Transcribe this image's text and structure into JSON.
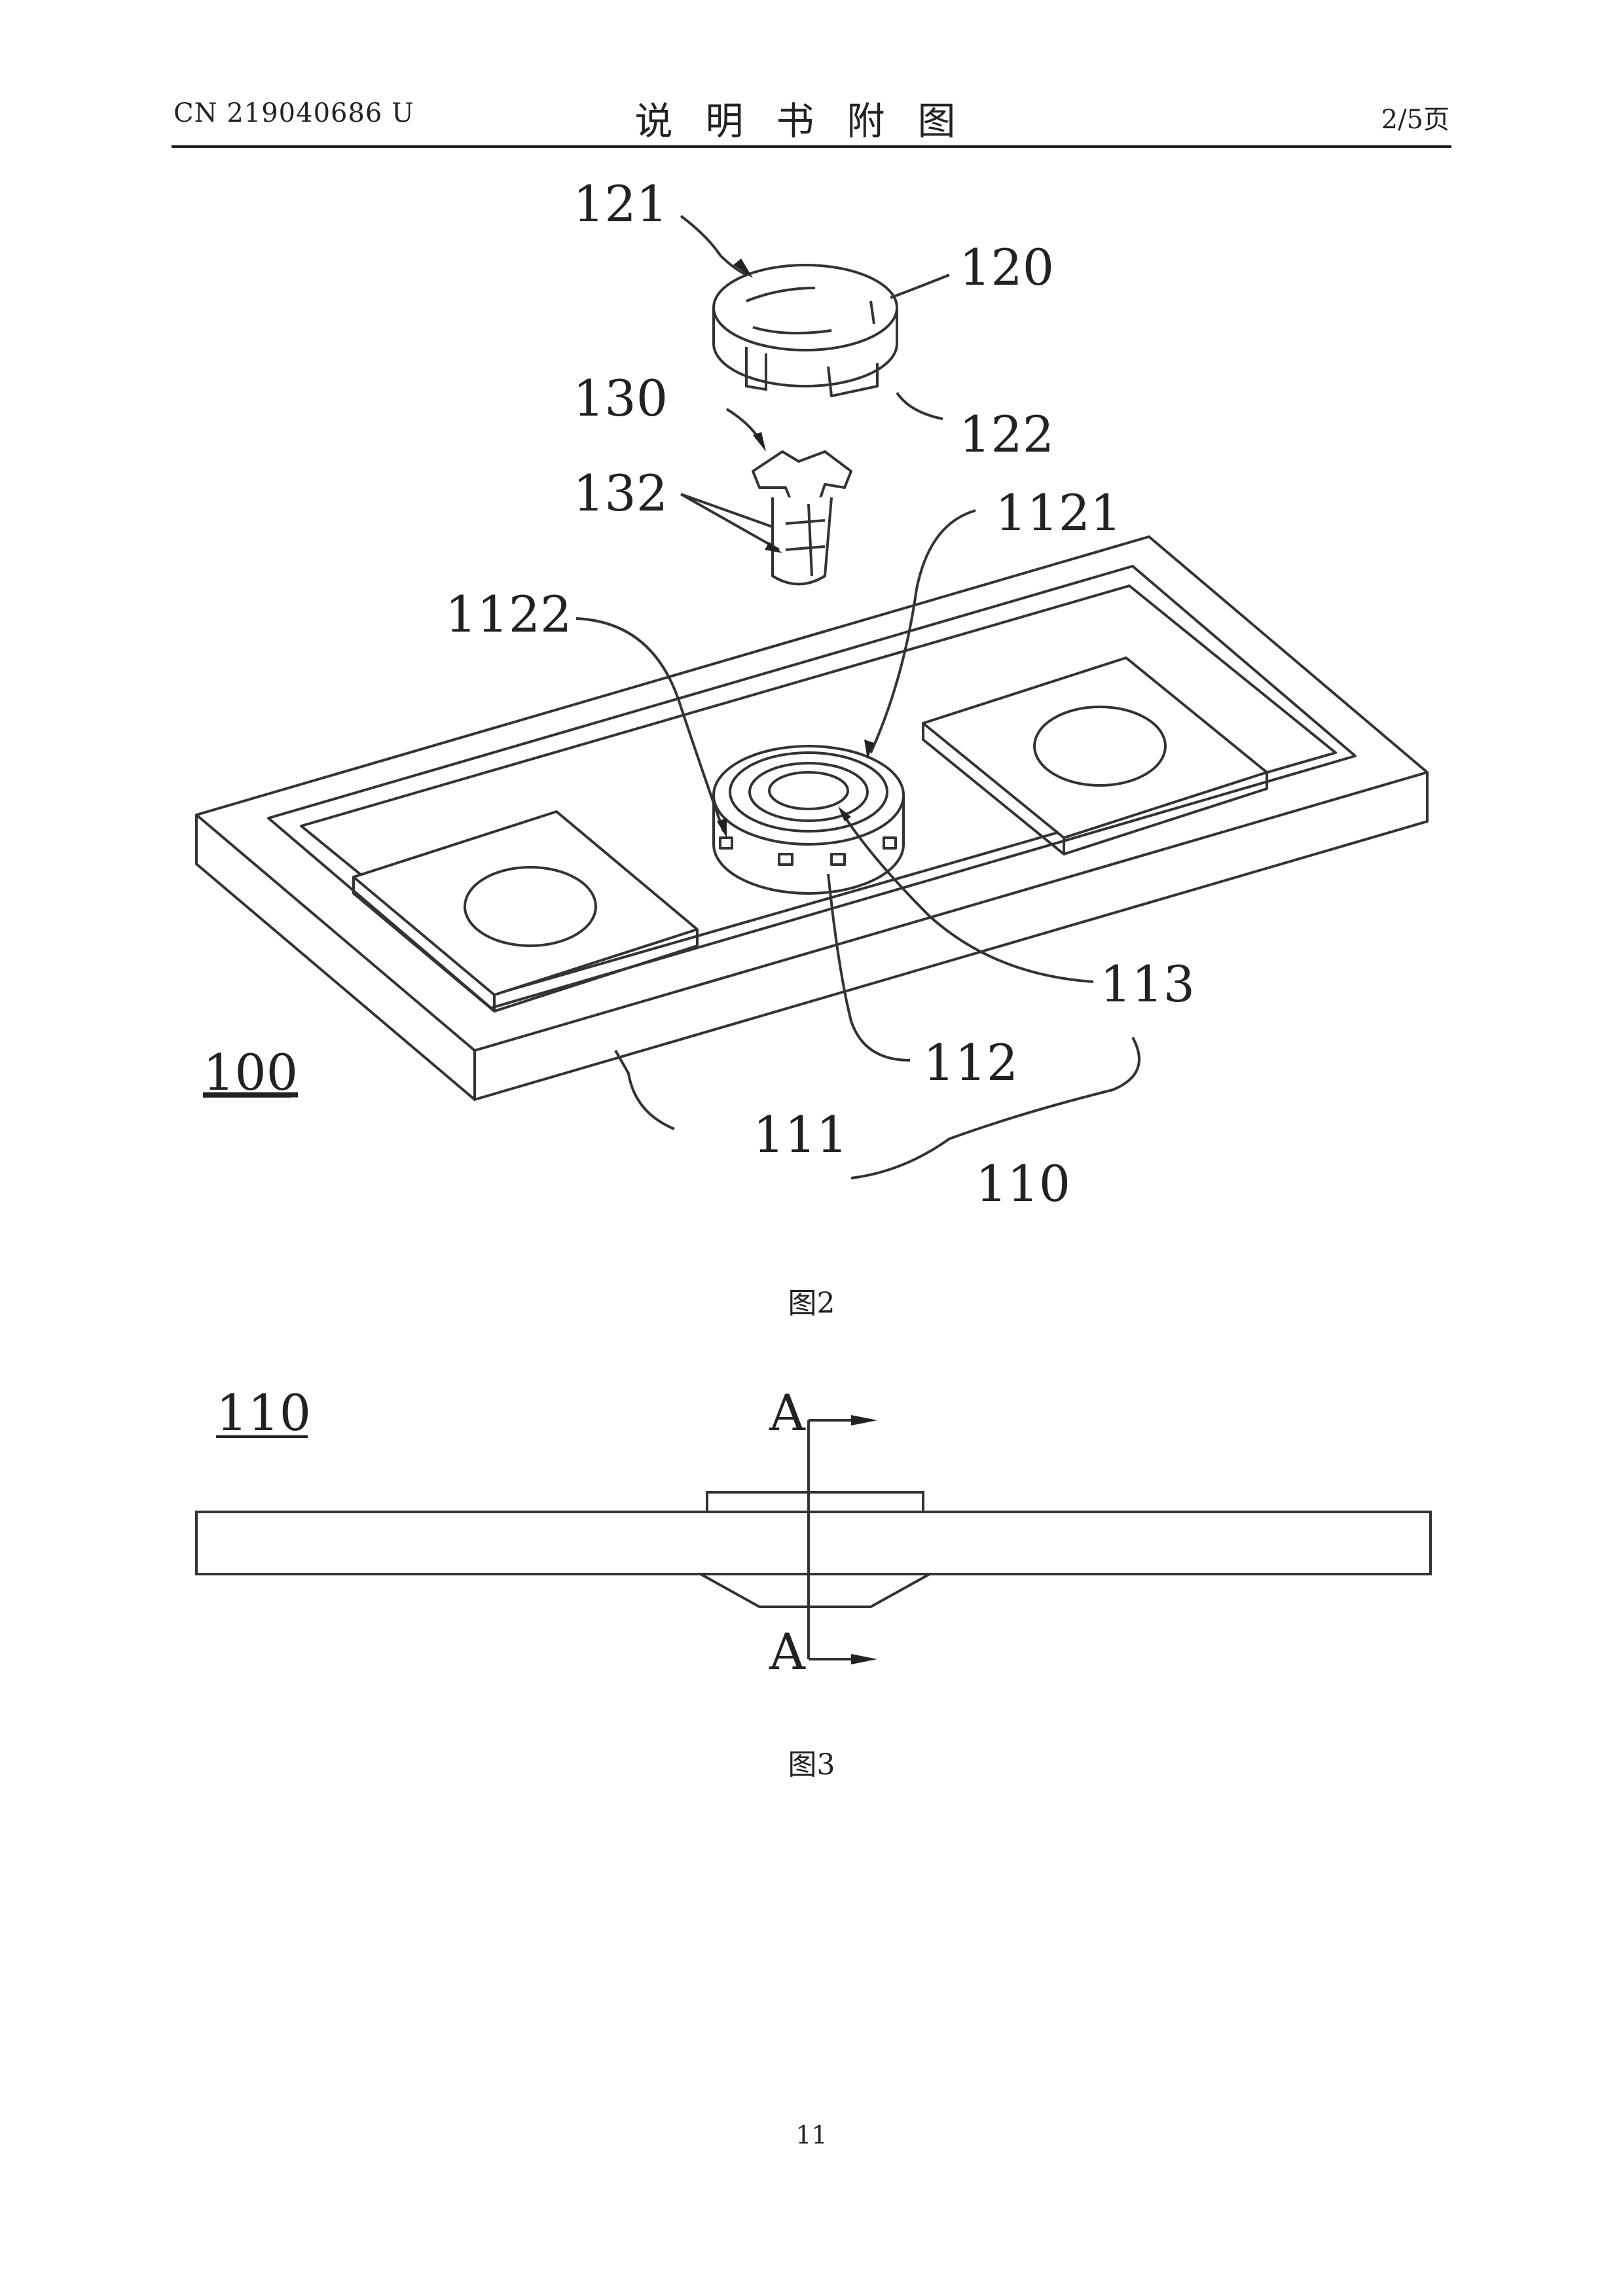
{
  "header": {
    "publication_number": "CN 219040686 U",
    "title": "说明书附图",
    "page_info": "2/5页"
  },
  "figure2": {
    "caption": "图2",
    "labels": {
      "l121": "121",
      "l120": "120",
      "l130": "130",
      "l122": "122",
      "l132": "132",
      "l1121": "1121",
      "l1122": "1122",
      "l113": "113",
      "l100": "100",
      "l112": "112",
      "l111": "111",
      "l110": "110"
    }
  },
  "figure3": {
    "caption": "图3",
    "labels": {
      "l110": "110",
      "section_top": "A",
      "section_bottom": "A"
    }
  },
  "page_number": "11"
}
